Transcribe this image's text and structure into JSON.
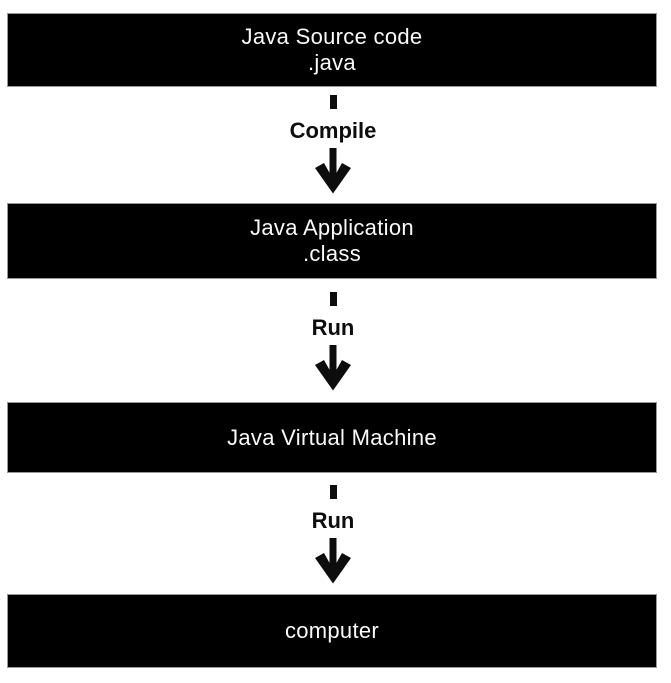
{
  "diagram": {
    "type": "flowchart",
    "direction": "top-down",
    "colors": {
      "background": "#ffffff",
      "node_fill": "#000000",
      "node_border": "#979797",
      "node_text": "#fafafa",
      "arrow": "#0d0d0d",
      "label_text": "#0d0d0d"
    },
    "nodes": [
      {
        "id": "source",
        "line1": "Java Source code",
        "line2": ".java"
      },
      {
        "id": "application",
        "line1": "Java Application",
        "line2": ".class"
      },
      {
        "id": "jvm",
        "line1": "Java Virtual Machine"
      },
      {
        "id": "computer",
        "line1": "computer"
      }
    ],
    "connectors": [
      {
        "from": "source",
        "to": "application",
        "label": "Compile"
      },
      {
        "from": "application",
        "to": "jvm",
        "label": "Run"
      },
      {
        "from": "jvm",
        "to": "computer",
        "label": "Run"
      }
    ]
  }
}
